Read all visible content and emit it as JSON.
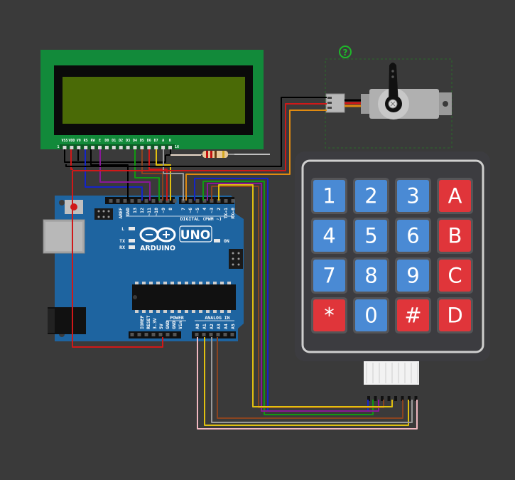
{
  "colors": {
    "background": "#3a3a3a",
    "lcd_pcb": "#128a3a",
    "lcd_screen": "#4a6a06",
    "arduino_board": "#1e64a0",
    "keypad_frame": "#3c3c40",
    "key_blue": "#4a8ad4",
    "key_red": "#e0353a",
    "wire_black": "#000000",
    "wire_red": "#d01818",
    "wire_blue": "#1424c8",
    "wire_green": "#129812",
    "wire_purple": "#8a1898",
    "wire_brown": "#8a4420",
    "wire_yellow": "#e0c010",
    "wire_gray": "#9a9a9a",
    "wire_orange": "#e08a10",
    "wire_pink": "#f0b8c0",
    "wire_darkgray": "#686868"
  },
  "lcd": {
    "pin_labels": [
      "VSS",
      "VDD",
      "V0",
      "RS",
      "RW",
      "E",
      "D0",
      "D1",
      "D2",
      "D3",
      "D4",
      "D5",
      "D6",
      "D7",
      "A",
      "K"
    ],
    "pin_first": "1",
    "pin_last": "16"
  },
  "servo": {
    "help_icon": "?"
  },
  "arduino": {
    "logo_text": "ARDUINO",
    "model": "UNO",
    "digital_header": "DIGITAL (PWM ~)",
    "digital_pins": [
      "AREF",
      "GND",
      "13",
      "12",
      "~11",
      "~10",
      "~9",
      "8",
      "7",
      "~6",
      "~5",
      "4",
      "~3",
      "2",
      "TX→1",
      "RX←0"
    ],
    "led_l": "L",
    "led_tx": "TX",
    "led_rx": "RX",
    "led_on": "ON",
    "power_label": "POWER",
    "power_pins": [
      "IOREF",
      "RESET",
      "3.3V",
      "5V",
      "GND",
      "GND",
      "Vin"
    ],
    "analog_label": "ANALOG IN",
    "analog_pins": [
      "A0",
      "A1",
      "A2",
      "A3",
      "A4",
      "A5"
    ]
  },
  "keypad": {
    "keys": [
      [
        "1",
        "2",
        "3",
        "A"
      ],
      [
        "4",
        "5",
        "6",
        "B"
      ],
      [
        "7",
        "8",
        "9",
        "C"
      ],
      [
        "*",
        "0",
        "#",
        "D"
      ]
    ]
  }
}
